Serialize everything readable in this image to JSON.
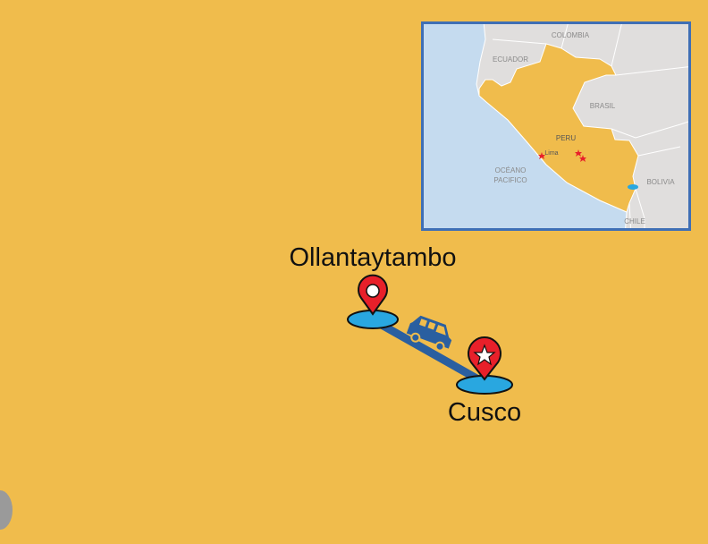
{
  "route": {
    "origin": "Ollantaytambo",
    "destination": "Cusco",
    "transport_icon": "van-icon"
  },
  "inset_map": {
    "labels": {
      "colombia": "COLOMBIA",
      "ecuador": "ECUADOR",
      "brasil": "BRASIL",
      "peru": "PERU",
      "lima": "Lima",
      "ocean_line1": "OCÉANO",
      "ocean_line2": "PACIFICO",
      "bolivia": "BOLIVIA",
      "chile": "CHILE"
    }
  },
  "colors": {
    "background": "#f0bc4c",
    "route": "#2a5fa0",
    "pin": "#e8202a",
    "base": "#29a7e0",
    "ocean": "#c5dbef",
    "land": "#e0dedd",
    "inset_border": "#3f6fb5"
  }
}
